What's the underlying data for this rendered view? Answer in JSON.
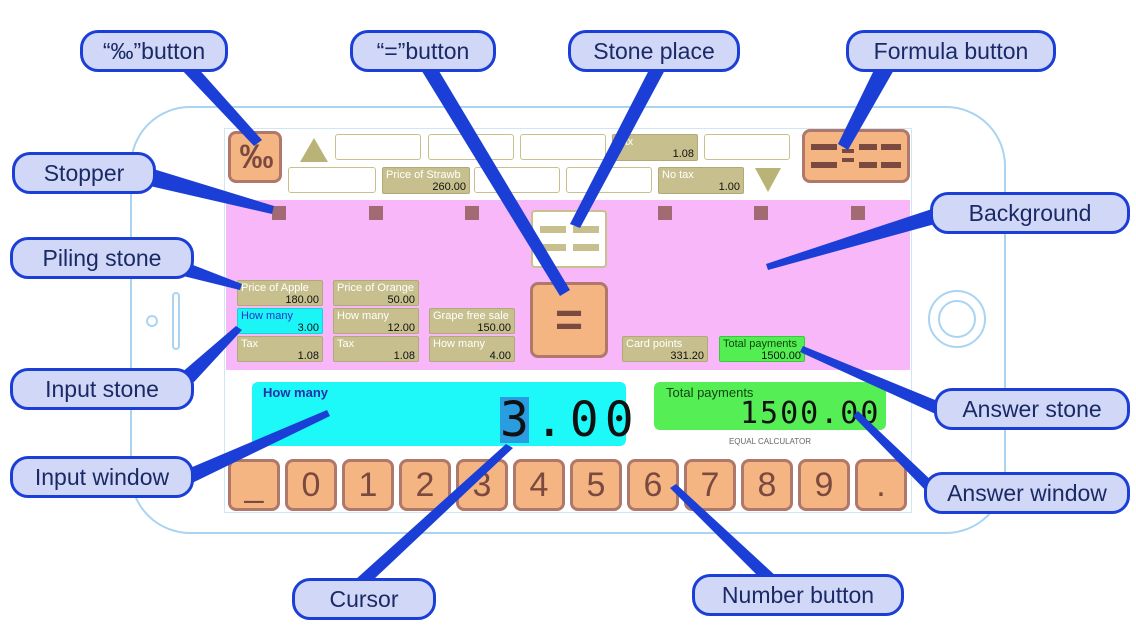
{
  "app": {
    "name": "EQUAL CALCULATOR"
  },
  "buttons": {
    "permil_symbol": "‰",
    "equal_symbol": "=",
    "number_keys": [
      "_",
      "0",
      "1",
      "2",
      "3",
      "4",
      "5",
      "6",
      "7",
      "8",
      "9",
      "."
    ]
  },
  "formula_row": {
    "top_stones": [
      {
        "label": "Tax",
        "value": "1.08"
      }
    ],
    "bottom_stones": [
      {
        "label": "Price of Strawb",
        "value": "260.00"
      },
      {
        "label": "No tax",
        "value": "1.00"
      }
    ]
  },
  "piling_stones": [
    {
      "label": "Price of Apple",
      "value": "180.00"
    },
    {
      "label": "How many",
      "value": "3.00"
    },
    {
      "label": "Tax",
      "value": "1.08"
    },
    {
      "label": "Price of Orange",
      "value": "50.00"
    },
    {
      "label": "How many",
      "value": "12.00"
    },
    {
      "label": "Tax",
      "value": "1.08"
    },
    {
      "label": "Grape free sale",
      "value": "150.00"
    },
    {
      "label": "How many",
      "value": "4.00"
    },
    {
      "label": "Card points",
      "value": "331.20"
    },
    {
      "label": "Total payments",
      "value": "1500.00"
    }
  ],
  "input_window": {
    "label": "How many",
    "value": "3.00"
  },
  "answer_window": {
    "label": "Total payments",
    "value": "1500.00"
  },
  "callouts": {
    "permil_button": "“‰”button",
    "equal_button": "“=”button",
    "stone_place": "Stone place",
    "formula_button": "Formula button",
    "stopper": "Stopper",
    "background": "Background",
    "piling_stone": "Piling stone",
    "input_stone": "Input stone",
    "answer_stone": "Answer stone",
    "input_window": "Input window",
    "answer_window": "Answer window",
    "cursor": "Cursor",
    "number_button": "Number button"
  },
  "colors": {
    "callout_border": "#1b3fd6",
    "callout_fill": "#d1d7f7",
    "background_area": "#f8b7f8",
    "button_orange": "#f5b582",
    "stone_khaki": "#c7c08e",
    "input_cyan": "#1df8f8",
    "answer_green": "#55ee55"
  }
}
